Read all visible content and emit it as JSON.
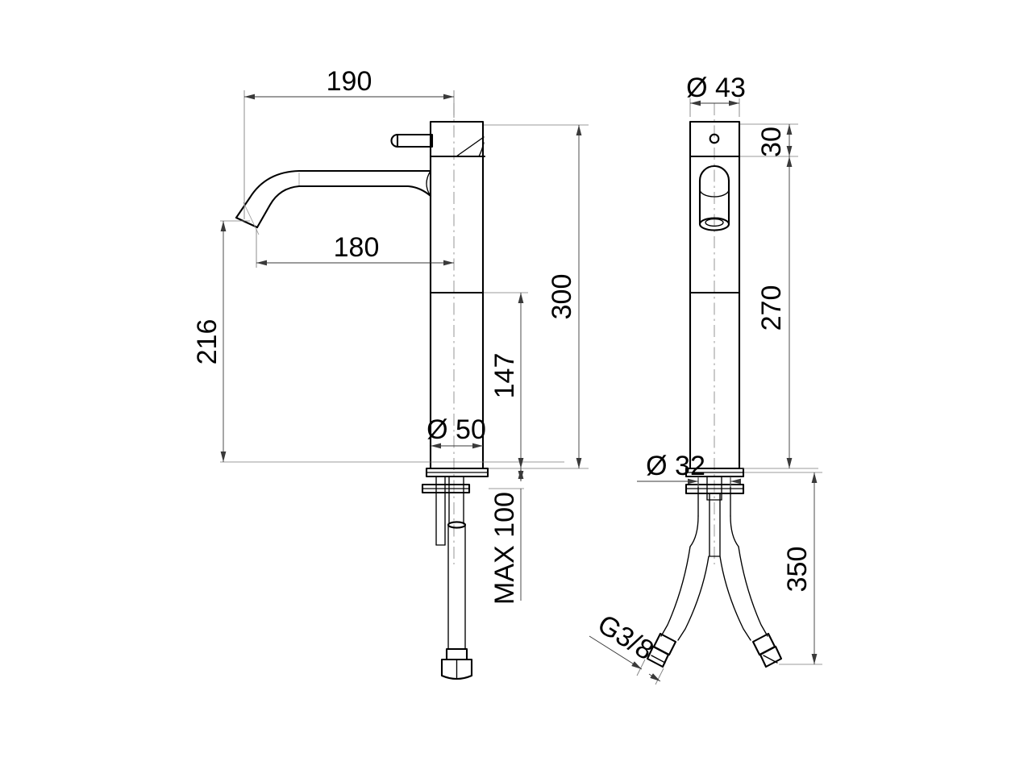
{
  "document": {
    "type": "technical-drawing",
    "subject": "single-lever tall basin mixer tap",
    "background_color": "#ffffff",
    "line_color": "#000000",
    "dimension_line_color": "#3a3a3a",
    "views": [
      {
        "id": "side-view",
        "label": "side view",
        "position": "left"
      },
      {
        "id": "front-view",
        "label": "front view",
        "position": "right"
      }
    ]
  },
  "side_view": {
    "dimensions": {
      "spout_reach_total": "190",
      "spout_reach_inner": "180",
      "spout_height": "216",
      "overall_height": "300",
      "body_above_base": "147",
      "base_diameter": "Ø 50",
      "max_thickness": "MAX 100"
    }
  },
  "front_view": {
    "dimensions": {
      "cap_diameter": "Ø 43",
      "cap_height": "30",
      "body_height": "270",
      "shank_diameter": "Ø 32",
      "hose_length": "350",
      "thread_size": "G3/8"
    }
  },
  "all_labels": [
    "190",
    "180",
    "216",
    "300",
    "147",
    "Ø 50",
    "MAX 100",
    "Ø 43",
    "30",
    "270",
    "Ø 32",
    "350",
    "G3/8"
  ]
}
